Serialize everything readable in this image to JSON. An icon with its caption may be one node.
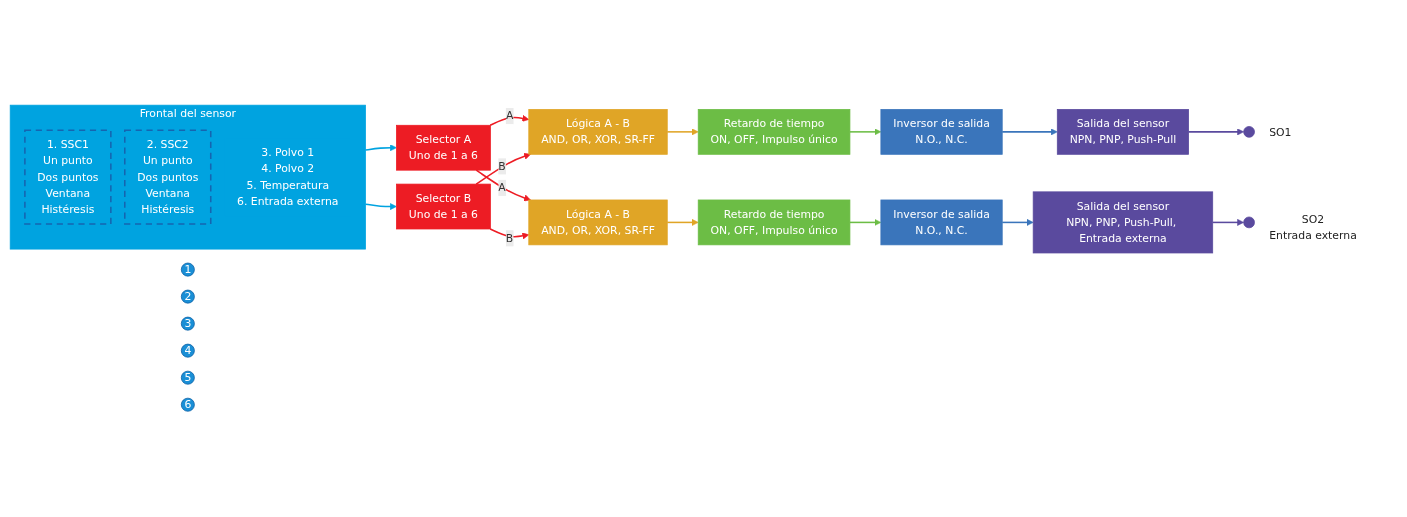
{
  "diagram": {
    "nodes": [
      {
        "text": [
          "1"
        ]
      },
      {
        "text": [
          "2"
        ]
      },
      {
        "text": [
          "3"
        ]
      },
      {
        "text": [
          "4"
        ]
      },
      {
        "text": [
          "5"
        ]
      },
      {
        "text": [
          "6"
        ]
      },
      {
        "text": [
          "Frontal del sensor",
          "3. Polvo 1",
          "4. Polvo 2",
          "5. Temperatura",
          "6. Entrada externa"
        ]
      },
      {
        "text": [
          "1. SSC1",
          "Un punto",
          "Dos puntos",
          "Ventana",
          "Histéresis"
        ],
        "in": 6
      },
      {
        "text": [
          "2. SSC2",
          "Un punto",
          "Dos puntos",
          "Ventana",
          "Histéresis"
        ],
        "in": 6
      },
      {
        "text": [
          "Selector A",
          "Uno de 1 a 6"
        ]
      },
      {
        "text": [
          "Lógica A - B",
          "AND, OR, XOR, SR-FF"
        ]
      },
      {
        "text": [
          "Retardo de tiempo",
          "ON, OFF, Impulso único"
        ]
      },
      {
        "text": [
          "Inversor de salida",
          "N.O., N.C."
        ]
      },
      {
        "text": [
          "Salida del sensor",
          "NPN, PNP, Push-Pull"
        ]
      },
      {
        "text": [],
        "shape": "circle",
        "beside": [
          "SO1"
        ]
      },
      {
        "text": [
          "Selector B",
          "Uno de 1 a 6"
        ]
      },
      {
        "text": [
          "Lógica A - B",
          "AND, OR, XOR, SR-FF"
        ]
      },
      {
        "text": [
          "Retardo de tiempo",
          "ON, OFF, Impulso único"
        ]
      },
      {
        "text": [
          "Inversor de salida",
          "N.O., N.C."
        ]
      },
      {
        "text": [
          "Salida del sensor",
          "NPN, PNP, Push-Pull, Entrada externa"
        ]
      },
      {
        "text": [],
        "shape": "circle",
        "beside": [
          "SO2",
          "Entrada externa"
        ]
      }
    ],
    "edges": [
      {
        "from": 6,
        "to": 9,
        "arrow": "to",
        "color": "#00a3e0"
      },
      {
        "from": 6,
        "to": 15,
        "arrow": "to",
        "color": "#00a3e0"
      },
      {
        "from": 9,
        "to": 10,
        "arrow": "to",
        "label": "A",
        "color": "#ed1c24"
      },
      {
        "from": 15,
        "to": 10,
        "arrow": "to",
        "label": "B",
        "color": "#ed1c24"
      },
      {
        "from": 9,
        "to": 16,
        "arrow": "to",
        "label": "A",
        "color": "#ed1c24"
      },
      {
        "from": 15,
        "to": 16,
        "arrow": "to",
        "label": "B",
        "color": "#ed1c24"
      },
      {
        "from": 10,
        "to": 11,
        "arrow": "to",
        "color": "#e0a526"
      },
      {
        "from": 11,
        "to": 12,
        "arrow": "to",
        "color": "#6cbd45"
      },
      {
        "from": 12,
        "to": 13,
        "arrow": "to",
        "color": "#3a75bb"
      },
      {
        "from": 13,
        "to": 14,
        "arrow": "to",
        "color": "#5a4a9e"
      },
      {
        "from": 16,
        "to": 17,
        "arrow": "to",
        "color": "#e0a526"
      },
      {
        "from": 17,
        "to": 18,
        "arrow": "to",
        "color": "#6cbd45"
      },
      {
        "from": 18,
        "to": 19,
        "arrow": "to",
        "color": "#3a75bb"
      },
      {
        "from": 19,
        "to": 20,
        "arrow": "to",
        "color": "#5a4a9e"
      }
    ]
  }
}
